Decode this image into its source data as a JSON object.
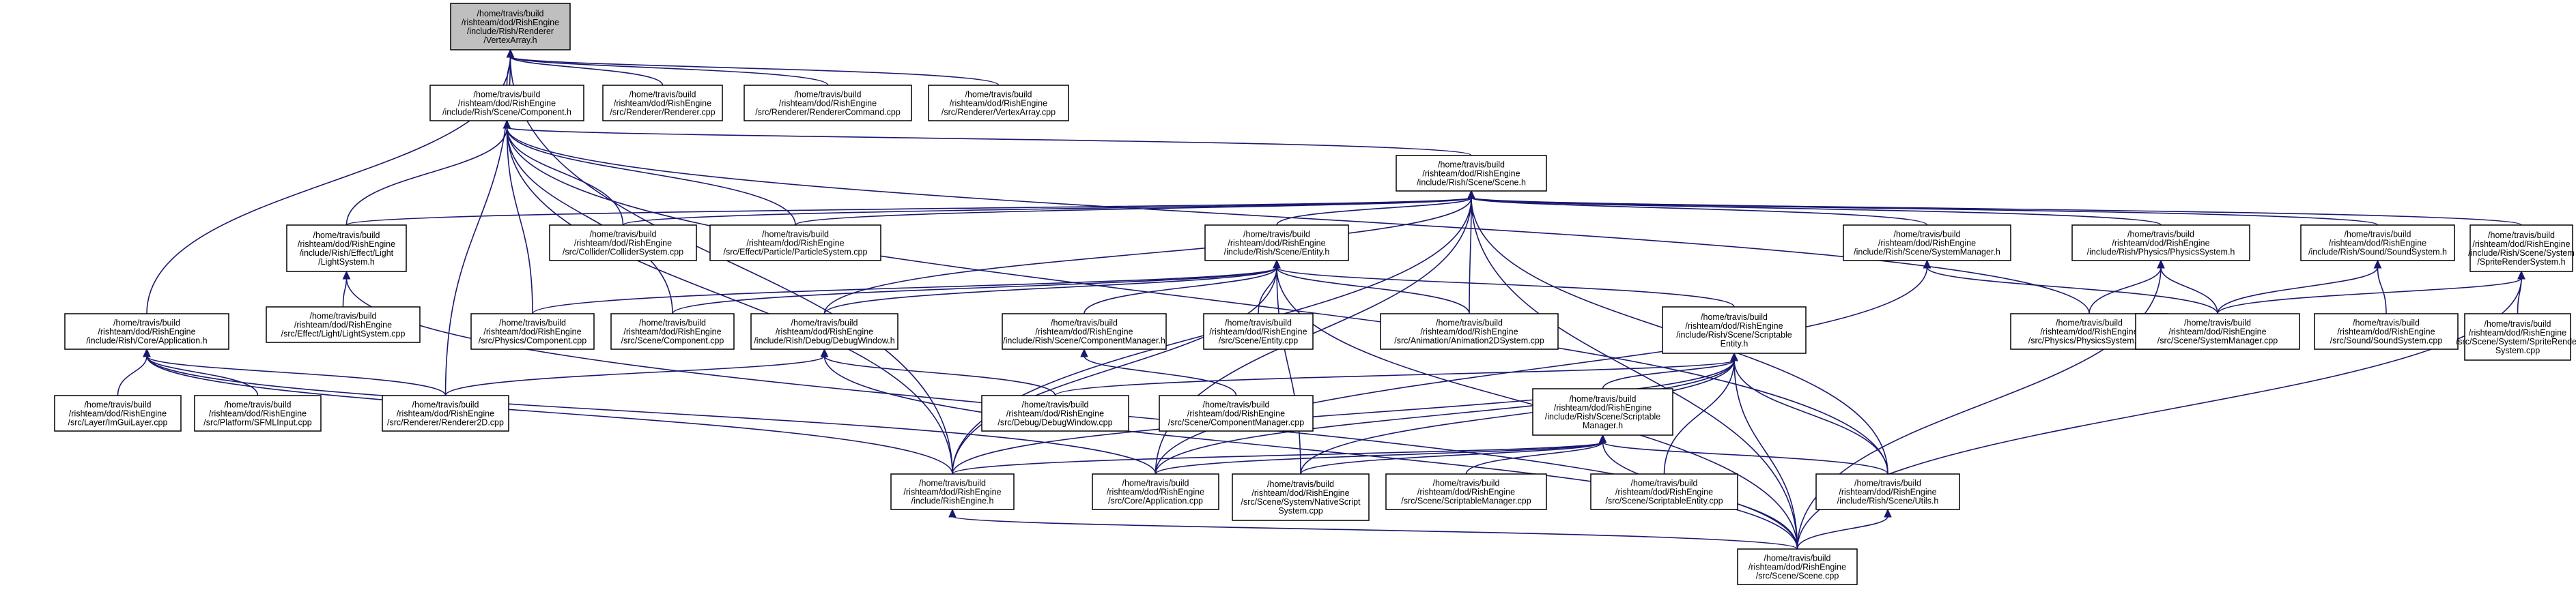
{
  "title": "/home/travis/build/rishteam/dod/RishEngine/include/Rish/Renderer/VertexArray.h",
  "colors": {
    "edge": "#191970",
    "root_fill": "#bfbfbf",
    "node_fill": "#ffffff",
    "node_border": "#000000"
  },
  "nodes": {
    "vertexarray_h": [
      "/home/travis/build",
      "/rishteam/dod/RishEngine",
      "/include/Rish/Renderer",
      "/VertexArray.h"
    ],
    "component_h": [
      "/home/travis/build",
      "/rishteam/dod/RishEngine",
      "/include/Rish/Scene/Component.h"
    ],
    "renderer_cpp": [
      "/home/travis/build",
      "/rishteam/dod/RishEngine",
      "/src/Renderer/Renderer.cpp"
    ],
    "renderercommand_cpp": [
      "/home/travis/build",
      "/rishteam/dod/RishEngine",
      "/src/Renderer/RendererCommand.cpp"
    ],
    "vertexarray_cpp": [
      "/home/travis/build",
      "/rishteam/dod/RishEngine",
      "/src/Renderer/VertexArray.cpp"
    ],
    "scene_h": [
      "/home/travis/build",
      "/rishteam/dod/RishEngine",
      "/include/Rish/Scene/Scene.h"
    ],
    "lightsystem_h": [
      "/home/travis/build",
      "/rishteam/dod/RishEngine",
      "/include/Rish/Effect/Light",
      "/LightSystem.h"
    ],
    "collidersystem_cpp": [
      "/home/travis/build",
      "/rishteam/dod/RishEngine",
      "/src/Collider/ColliderSystem.cpp"
    ],
    "particlesystem_cpp": [
      "/home/travis/build",
      "/rishteam/dod/RishEngine",
      "/src/Effect/Particle/ParticleSystem.cpp"
    ],
    "entity_h": [
      "/home/travis/build",
      "/rishteam/dod/RishEngine",
      "/include/Rish/Scene/Entity.h"
    ],
    "systemmanager_h": [
      "/home/travis/build",
      "/rishteam/dod/RishEngine",
      "/include/Rish/Scene/SystemManager.h"
    ],
    "physicssystem_h": [
      "/home/travis/build",
      "/rishteam/dod/RishEngine",
      "/include/Rish/Physics/PhysicsSystem.h"
    ],
    "soundsystem_h": [
      "/home/travis/build",
      "/rishteam/dod/RishEngine",
      "/include/Rish/Sound/SoundSystem.h"
    ],
    "spriterendersystem_h": [
      "/home/travis/build",
      "/rishteam/dod/RishEngine",
      "/include/Rish/Scene/System",
      "/SpriteRenderSystem.h"
    ],
    "lightsystem_cpp": [
      "/home/travis/build",
      "/rishteam/dod/RishEngine",
      "/src/Effect/Light/LightSystem.cpp"
    ],
    "application_h": [
      "/home/travis/build",
      "/rishteam/dod/RishEngine",
      "/include/Rish/Core/Application.h"
    ],
    "physics_component_cpp": [
      "/home/travis/build",
      "/rishteam/dod/RishEngine",
      "/src/Physics/Component.cpp"
    ],
    "scene_component_cpp": [
      "/home/travis/build",
      "/rishteam/dod/RishEngine",
      "/src/Scene/Component.cpp"
    ],
    "debugwindow_h": [
      "/home/travis/build",
      "/rishteam/dod/RishEngine",
      "/include/Rish/Debug/DebugWindow.h"
    ],
    "componentmanager_h": [
      "/home/travis/build",
      "/rishteam/dod/RishEngine",
      "/include/Rish/Scene/ComponentManager.h"
    ],
    "entity_cpp": [
      "/home/travis/build",
      "/rishteam/dod/RishEngine",
      "/src/Scene/Entity.cpp"
    ],
    "animation2dsystem_cpp": [
      "/home/travis/build",
      "/rishteam/dod/RishEngine",
      "/src/Animation/Animation2DSystem.cpp"
    ],
    "scriptableentity_h": [
      "/home/travis/build",
      "/rishteam/dod/RishEngine",
      "/include/Rish/Scene/Scriptable",
      "Entity.h"
    ],
    "physicssystem_cpp": [
      "/home/travis/build",
      "/rishteam/dod/RishEngine",
      "/src/Physics/PhysicsSystem.cpp"
    ],
    "systemmanager_cpp": [
      "/home/travis/build",
      "/rishteam/dod/RishEngine",
      "/src/Scene/SystemManager.cpp"
    ],
    "soundsystem_cpp": [
      "/home/travis/build",
      "/rishteam/dod/RishEngine",
      "/src/Sound/SoundSystem.cpp"
    ],
    "spriterendersystem_cpp": [
      "/home/travis/build",
      "/rishteam/dod/RishEngine",
      "/src/Scene/System/SpriteRender",
      "System.cpp"
    ],
    "layerimguilayer_cpp": [
      "/home/travis/build",
      "/rishteam/dod/RishEngine",
      "/src/Layer/ImGuiLayer.cpp"
    ],
    "sfmlinput_cpp": [
      "/home/travis/build",
      "/rishteam/dod/RishEngine",
      "/src/Platform/SFMLInput.cpp"
    ],
    "renderer2d_cpp": [
      "/home/travis/build",
      "/rishteam/dod/RishEngine",
      "/src/Renderer/Renderer2D.cpp"
    ],
    "debugwindow_cpp": [
      "/home/travis/build",
      "/rishteam/dod/RishEngine",
      "/src/Debug/DebugWindow.cpp"
    ],
    "componentmanager_cpp": [
      "/home/travis/build",
      "/rishteam/dod/RishEngine",
      "/src/Scene/ComponentManager.cpp"
    ],
    "scriptablemanager_h": [
      "/home/travis/build",
      "/rishteam/dod/RishEngine",
      "/include/Rish/Scene/Scriptable",
      "Manager.h"
    ],
    "rishengine_h": [
      "/home/travis/build",
      "/rishteam/dod/RishEngine",
      "/include/RishEngine.h"
    ],
    "coreapplication_cpp": [
      "/home/travis/build",
      "/rishteam/dod/RishEngine",
      "/src/Core/Application.cpp"
    ],
    "nativescriptsystem_cpp": [
      "/home/travis/build",
      "/rishteam/dod/RishEngine",
      "/src/Scene/System/NativeScript",
      "System.cpp"
    ],
    "scriptablemanager_cpp": [
      "/home/travis/build",
      "/rishteam/dod/RishEngine",
      "/src/Scene/ScriptableManager.cpp"
    ],
    "scriptableentity_cpp": [
      "/home/travis/build",
      "/rishteam/dod/RishEngine",
      "/src/Scene/ScriptableEntity.cpp"
    ],
    "utils_h": [
      "/home/travis/build",
      "/rishteam/dod/RishEngine",
      "/include/Rish/Scene/Utils.h"
    ],
    "scene_cpp": [
      "/home/travis/build",
      "/rishteam/dod/RishEngine",
      "/src/Scene/Scene.cpp"
    ]
  },
  "edges": [
    [
      "component_h",
      "vertexarray_h"
    ],
    [
      "renderer_cpp",
      "vertexarray_h"
    ],
    [
      "renderercommand_cpp",
      "vertexarray_h"
    ],
    [
      "vertexarray_cpp",
      "vertexarray_h"
    ],
    [
      "application_h",
      "vertexarray_h"
    ],
    [
      "renderer2d_cpp",
      "vertexarray_h"
    ],
    [
      "rishengine_h",
      "vertexarray_h"
    ],
    [
      "scene_h",
      "component_h"
    ],
    [
      "lightsystem_h",
      "component_h"
    ],
    [
      "collidersystem_cpp",
      "component_h"
    ],
    [
      "particlesystem_cpp",
      "component_h"
    ],
    [
      "physics_component_cpp",
      "component_h"
    ],
    [
      "scene_component_cpp",
      "component_h"
    ],
    [
      "rishengine_h",
      "component_h"
    ],
    [
      "physicssystem_cpp",
      "component_h"
    ],
    [
      "utils_h",
      "component_h"
    ],
    [
      "lightsystem_h",
      "scene_h"
    ],
    [
      "collidersystem_cpp",
      "scene_h"
    ],
    [
      "particlesystem_cpp",
      "scene_h"
    ],
    [
      "entity_h",
      "scene_h"
    ],
    [
      "systemmanager_h",
      "scene_h"
    ],
    [
      "physicssystem_h",
      "scene_h"
    ],
    [
      "soundsystem_h",
      "scene_h"
    ],
    [
      "spriterendersystem_h",
      "scene_h"
    ],
    [
      "debugwindow_h",
      "scene_h"
    ],
    [
      "animation2dsystem_cpp",
      "scene_h"
    ],
    [
      "rishengine_h",
      "scene_h"
    ],
    [
      "coreapplication_cpp",
      "scene_h"
    ],
    [
      "utils_h",
      "scene_h"
    ],
    [
      "scene_cpp",
      "scene_h"
    ],
    [
      "lightsystem_cpp",
      "lightsystem_h"
    ],
    [
      "scene_cpp",
      "lightsystem_h"
    ],
    [
      "physics_component_cpp",
      "entity_h"
    ],
    [
      "scene_component_cpp",
      "entity_h"
    ],
    [
      "debugwindow_h",
      "entity_h"
    ],
    [
      "componentmanager_h",
      "entity_h"
    ],
    [
      "entity_cpp",
      "entity_h"
    ],
    [
      "animation2dsystem_cpp",
      "entity_h"
    ],
    [
      "scriptableentity_h",
      "entity_h"
    ],
    [
      "rishengine_h",
      "entity_h"
    ],
    [
      "nativescriptsystem_cpp",
      "entity_h"
    ],
    [
      "scene_cpp",
      "entity_h"
    ],
    [
      "systemmanager_cpp",
      "systemmanager_h"
    ],
    [
      "coreapplication_cpp",
      "systemmanager_h"
    ],
    [
      "physicssystem_cpp",
      "physicssystem_h"
    ],
    [
      "systemmanager_cpp",
      "physicssystem_h"
    ],
    [
      "scene_cpp",
      "physicssystem_h"
    ],
    [
      "soundsystem_cpp",
      "soundsystem_h"
    ],
    [
      "systemmanager_cpp",
      "soundsystem_h"
    ],
    [
      "spriterendersystem_cpp",
      "spriterendersystem_h"
    ],
    [
      "systemmanager_cpp",
      "spriterendersystem_h"
    ],
    [
      "scene_cpp",
      "spriterendersystem_h"
    ],
    [
      "layerimguilayer_cpp",
      "application_h"
    ],
    [
      "sfmlinput_cpp",
      "application_h"
    ],
    [
      "renderer2d_cpp",
      "application_h"
    ],
    [
      "rishengine_h",
      "application_h"
    ],
    [
      "coreapplication_cpp",
      "application_h"
    ],
    [
      "debugwindow_cpp",
      "debugwindow_h"
    ],
    [
      "renderer2d_cpp",
      "debugwindow_h"
    ],
    [
      "scene_cpp",
      "debugwindow_h"
    ],
    [
      "componentmanager_cpp",
      "componentmanager_h"
    ],
    [
      "debugwindow_cpp",
      "scriptableentity_h"
    ],
    [
      "scriptablemanager_h",
      "scriptableentity_h"
    ],
    [
      "rishengine_h",
      "scriptableentity_h"
    ],
    [
      "coreapplication_cpp",
      "scriptableentity_h"
    ],
    [
      "nativescriptsystem_cpp",
      "scriptableentity_h"
    ],
    [
      "scriptableentity_cpp",
      "scriptableentity_h"
    ],
    [
      "utils_h",
      "scriptableentity_h"
    ],
    [
      "scene_cpp",
      "scriptableentity_h"
    ],
    [
      "rishengine_h",
      "scriptablemanager_h"
    ],
    [
      "coreapplication_cpp",
      "scriptablemanager_h"
    ],
    [
      "nativescriptsystem_cpp",
      "scriptablemanager_h"
    ],
    [
      "scriptablemanager_cpp",
      "scriptablemanager_h"
    ],
    [
      "utils_h",
      "scriptablemanager_h"
    ],
    [
      "scene_cpp",
      "scriptablemanager_h"
    ],
    [
      "scene_cpp",
      "utils_h"
    ],
    [
      "scene_cpp",
      "rishengine_h"
    ]
  ]
}
